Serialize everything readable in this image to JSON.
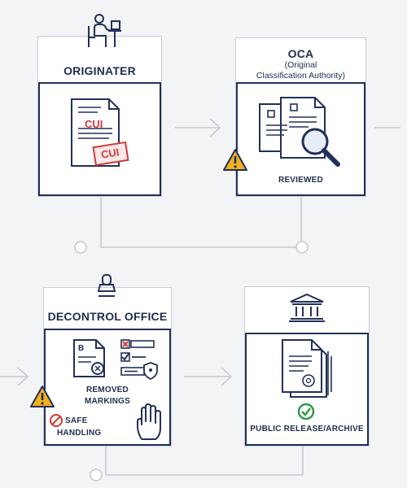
{
  "originater": {
    "title": "ORIGINATER",
    "stamp_doc": "CUI",
    "stamp_tag": "CUI"
  },
  "oca": {
    "title": "OCA",
    "subtitle_line1": "(Original",
    "subtitle_line2": "Classification Authority)",
    "status": "REVIEWED"
  },
  "decontrol": {
    "title": "DECONTROL OFFICE",
    "removed_line1": "REMOVED",
    "removed_line2": "MARKINGS",
    "safe_line1": "SAFE",
    "safe_line2": "HANDLING"
  },
  "release": {
    "status": "PUBLIC RELEASE/ARCHIVE"
  },
  "colors": {
    "navy": "#22305a",
    "red": "#d23a3a",
    "amber": "#f2b01e",
    "green": "#2e9a47"
  }
}
